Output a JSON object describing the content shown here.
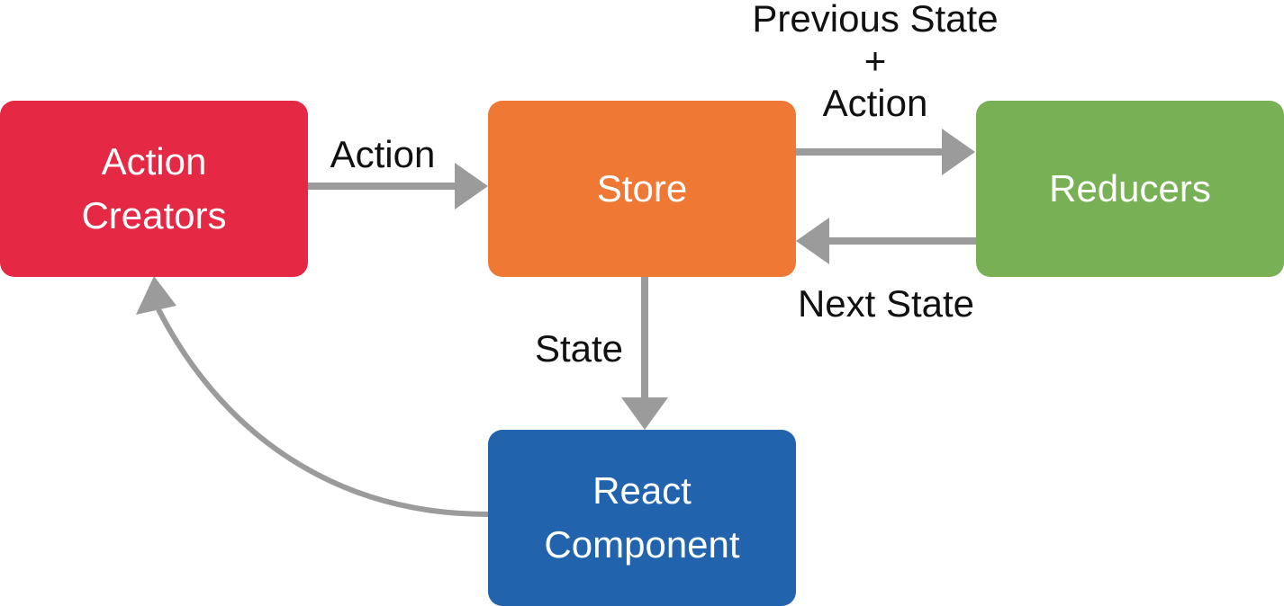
{
  "nodes": {
    "action_creators": {
      "label": "Action\nCreators",
      "color": "#e52945"
    },
    "store": {
      "label": "Store",
      "color": "#ef7835"
    },
    "reducers": {
      "label": "Reducers",
      "color": "#78b155"
    },
    "react_component": {
      "label": "React\nComponent",
      "color": "#2163ad"
    }
  },
  "edge_labels": {
    "action": "Action",
    "previous_state_action": "Previous State\n+\nAction",
    "next_state": "Next State",
    "state": "State"
  },
  "arrow_color": "#9b9b9b"
}
